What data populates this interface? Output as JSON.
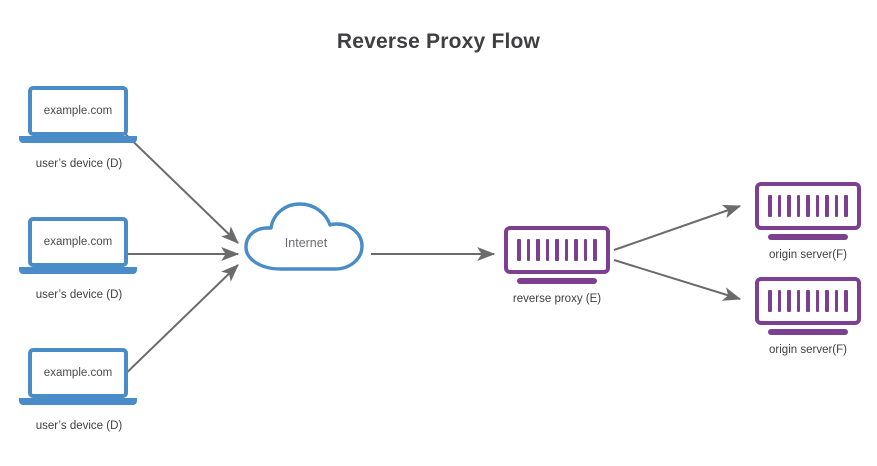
{
  "title": "Reverse Proxy Flow",
  "colors": {
    "background": "#ffffff",
    "device_blue": "#4a8cc7",
    "server_purple": "#7d4091",
    "arrow_gray": "#6b6b6b",
    "title_text": "#3f3f41",
    "caption_text": "#3f3f41",
    "screen_text": "#4a4a4c",
    "cloud_text": "#6d6d70"
  },
  "devices": [
    {
      "screen_text": "example.com",
      "caption": "user’s device (D)"
    },
    {
      "screen_text": "example.com",
      "caption": "user’s device (D)"
    },
    {
      "screen_text": "example.com",
      "caption": "user’s device (D)"
    }
  ],
  "cloud": {
    "label": "Internet"
  },
  "proxy": {
    "caption": "reverse proxy (E)",
    "bar_count": 9
  },
  "origin_servers": [
    {
      "caption": "origin server(F)",
      "bar_count": 9
    },
    {
      "caption": "origin server(F)",
      "bar_count": 9
    }
  ],
  "connectors": [
    {
      "name": "device-1-to-internet",
      "from": "user device 1",
      "to": "Internet"
    },
    {
      "name": "device-2-to-internet",
      "from": "user device 2",
      "to": "Internet"
    },
    {
      "name": "device-3-to-internet",
      "from": "user device 3",
      "to": "Internet"
    },
    {
      "name": "internet-to-proxy",
      "from": "Internet",
      "to": "reverse proxy (E)"
    },
    {
      "name": "proxy-to-origin-1",
      "from": "reverse proxy (E)",
      "to": "origin server(F) top"
    },
    {
      "name": "proxy-to-origin-2",
      "from": "reverse proxy (E)",
      "to": "origin server(F) bottom"
    }
  ]
}
